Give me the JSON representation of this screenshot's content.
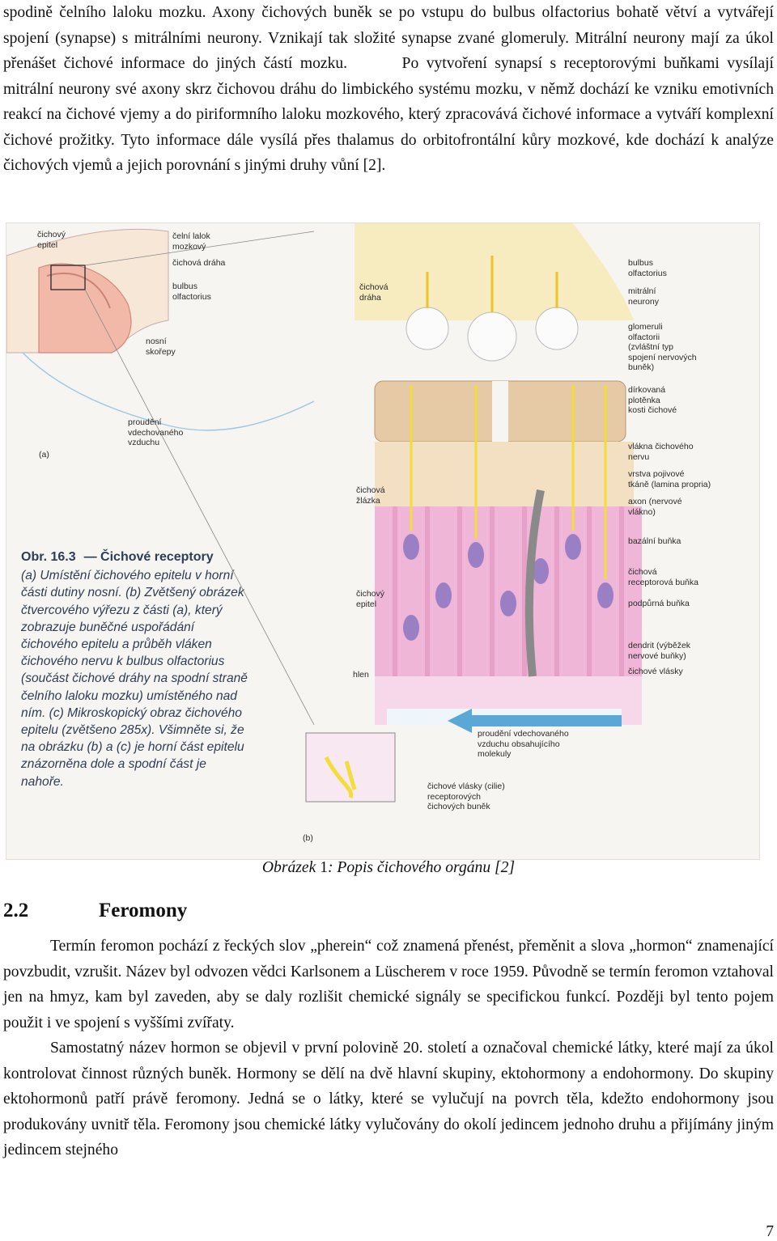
{
  "intro": {
    "p1_lines": [
      "spodině čelního laloku mozku. Axony čichových buněk se po vstupu do bulbus olfactorius bohatě",
      "větví a vytvářejí spojení (synapse) s  mitrálními neurony. Vznikají tak složité synapse zvané",
      "glomeruly. Mitrální neurony mají za úkol přenášet čichové informace do jiných částí mozku."
    ],
    "p2": "Po vytvoření synapsí s receptorovými buňkami vysílají mitrální neurony své axony skrz čichovou dráhu do limbického systému mozku, v němž dochází ke vzniku emotivních reakcí na čichové vjemy a do piriformního laloku mozkového, který zpracovává čichové informace a vytváří komplexní čichové prožitky. Tyto informace dále vysílá přes thalamus do orbitofrontální kůry mozkové, kde dochází k analýze čichových vjemů a jejich porovnání s jinými druhy vůní [2]."
  },
  "figure": {
    "labels_a": [
      "čichový\nepitel",
      "čelní lalok\nmozkový",
      "čichová dráha",
      "bulbus\nolfactorius",
      "nosní\nskořepy",
      "proudění\nvdechovaného\nvzduchu",
      "(a)"
    ],
    "labels_b": [
      "čichová\ndráha",
      "bulbus\nolfactorius",
      "mitrální\nneurony",
      "glomeruli\nolfactorii\n(zvláštní typ\nspojení nervových\nbuněk)",
      "dírkovaná\nplotěnka\nkosti čichové",
      "vlákna čichového\nnervu",
      "vrstva pojivové\ntkáně (lamina propria)",
      "axon (nervové\nvlákno)",
      "bazální buňka",
      "čichová\nreceptorová buňka",
      "podpůrná buňka",
      "dendrit (výběžek\nnervové buňky)",
      "čichové vlásky",
      "čichová\nžlázka",
      "čichový\nepitel",
      "hlen",
      "proudění vdechovaného\nvzduchu obsahujícího\nmolekuly",
      "čichové vlásky (cilie)\nreceptorových\nčichových buněk",
      "(b)"
    ],
    "caption": {
      "number": "Obr. 16.3",
      "title": "— Čichové receptory",
      "body": "(a) Umístění čichového epitelu v horní části dutiny nosní. (b) Zvětšený obrázek čtvercového výřezu z části (a), který zobrazuje buněčné uspořádání čichového epitelu a průběh vláken čichového nervu k bulbus olfactorius (součást čichové dráhy na spodní straně čelního laloku mozku) umístěného nad ním. (c) Mikroskopický obraz čichového epitelu (zvětšeno 285x). Všimněte si, že na obrázku (b) a (c) je horní část epitelu znázorněna dole a spodní část je nahoře."
    }
  },
  "figcaption": {
    "prefix": "Obrázek ",
    "number": "1",
    "text": ": Popis čichového orgánu [2]"
  },
  "section": {
    "number": "2.2",
    "title": "Feromony"
  },
  "p3": "Termín feromon pochází z řeckých slov „pherein“ což znamená přenést, přeměnit a slova „hormon“ znamenající povzbudit, vzrušit. Název byl odvozen vědci Karlsonem a Lüscherem v roce 1959. Původně se termín feromon vztahoval jen na hmyz, kam byl zaveden, aby se daly rozlišit chemické signály se specifickou funkcí. Později byl tento pojem použit i ve spojení s vyššími zvířaty.",
  "p4": "Samostatný název hormon se objevil v první polovině 20. století a označoval chemické látky, které mají za úkol kontrolovat činnost různých buněk. Hormony se dělí na dvě hlavní skupiny, ektohormony a endohormony. Do skupiny ektohormonů patří právě feromony. Jedná se o látky, které se vylučují na povrch těla, kdežto endohormony jsou produkovány uvnitř těla. Feromony jsou chemické látky vylučovány do okolí jedincem jednoho druhu a přijímány jiným jedincem stejného",
  "page_number": "7",
  "colors": {
    "caption": "#2d3d57",
    "epithelium": "#f0b6d8",
    "neuron": "#f2dd3a",
    "nucleus": "#9a7fc4",
    "bone": "#e6c9a5"
  }
}
